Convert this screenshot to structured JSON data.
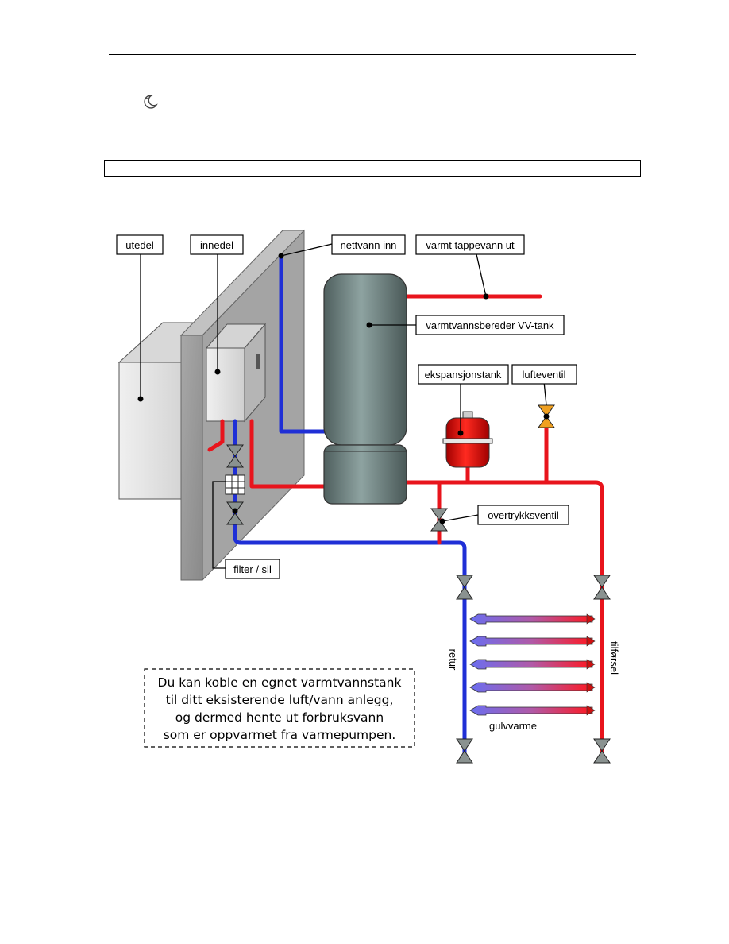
{
  "labels": {
    "utedel": "utedel",
    "innedel": "innedel",
    "nettvann": "nettvann inn",
    "varmt_tappevann": "varmt tappevann ut",
    "vv_tank": "varmtvannsbereder VV-tank",
    "ekspansjonstank": "ekspansjonstank",
    "lufteventil": "lufteventil",
    "overtrykksventil": "overtrykksventil",
    "filter": "filter / sil",
    "retur": "retur",
    "tilforsel": "tilførsel",
    "gulvvarme": "gulvvarme"
  },
  "note": {
    "lines": [
      "Du kan koble en egnet varmtvannstank",
      "til ditt eksisterende luft/vann anlegg,",
      "og dermed hente ut forbruksvann",
      "som er oppvarmet fra varmepumpen."
    ]
  },
  "colors": {
    "hot": "#e8141c",
    "cold": "#1f2fd6",
    "wall": "#9c9c9c",
    "tank": "#6e8583",
    "valve": "#8a9290",
    "vent_valve": "#f0a020"
  },
  "icons": {
    "header": "moon-icon"
  }
}
